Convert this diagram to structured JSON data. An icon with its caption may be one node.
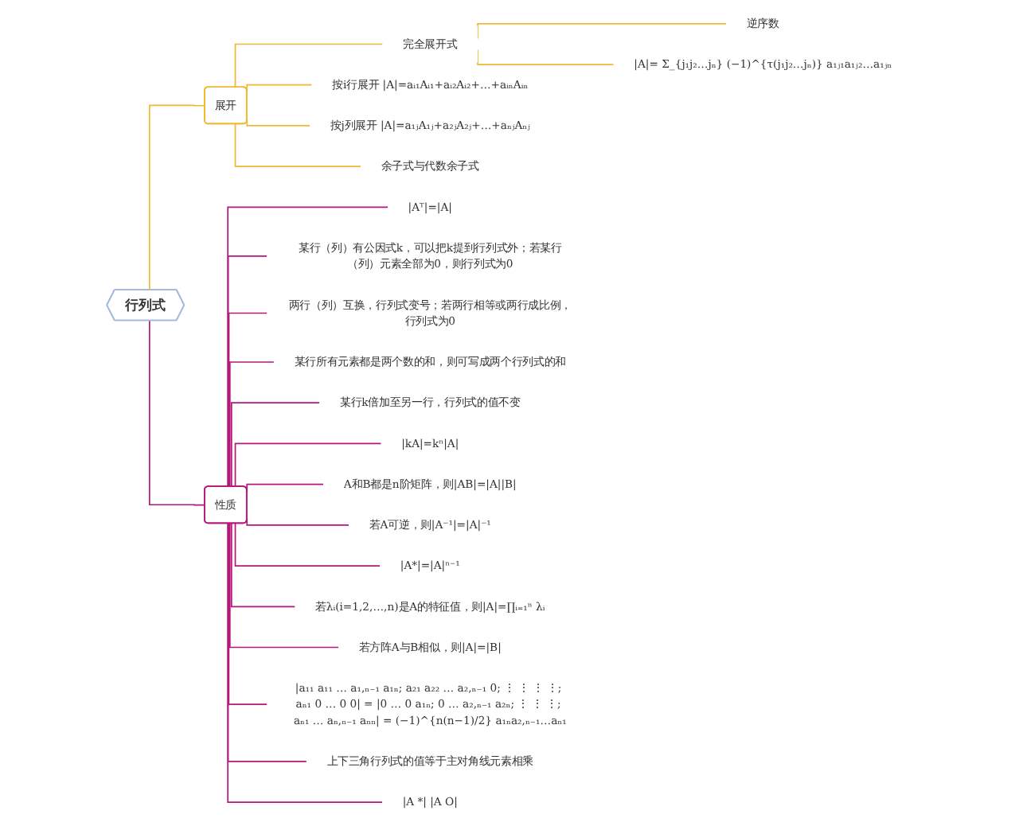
{
  "diagram": {
    "nodes": [
      {
        "text": [
          "行列式"
        ]
      },
      {
        "text": [
          "展开"
        ]
      },
      {
        "text": [
          "完全展开式"
        ]
      },
      {
        "text": [
          "逆序数"
        ]
      },
      {
        "text": [
          "|A|= Σ_{j₁j₂…jₙ} (−1)^{τ(j₁j₂…jₙ)} a₁ⱼ₁a₁ⱼ₂…a₁ⱼₙ"
        ]
      },
      {
        "text": [
          "按i行展开 |A|=aᵢ₁Aᵢ₁+aᵢ₂Aᵢ₂+…+aᵢₙAᵢₙ"
        ]
      },
      {
        "text": [
          "按j列展开 |A|=a₁ⱼA₁ⱼ+a₂ⱼA₂ⱼ+…+aₙⱼAₙⱼ"
        ]
      },
      {
        "text": [
          "余子式与代数余子式"
        ]
      },
      {
        "text": [
          "性质"
        ]
      },
      {
        "text": [
          "|Aᵀ|=|A|"
        ]
      },
      {
        "text": [
          "某行（列）有公因式k，可以把k提到行列式外；若某行（列）元素全部为0，则行列式为0"
        ]
      },
      {
        "text": [
          "两行（列）互换，行列式变号；若两行相等或两行成比例，行列式为0"
        ]
      },
      {
        "text": [
          "某行所有元素都是两个数的和，则可写成两个行列式的和"
        ]
      },
      {
        "text": [
          "某行k倍加至另一行，行列式的值不变"
        ]
      },
      {
        "text": [
          "|kA|=kⁿ|A|"
        ]
      },
      {
        "text": [
          "A和B都是n阶矩阵，则|AB|=|A||B|"
        ]
      },
      {
        "text": [
          "若A可逆，则|A⁻¹|=|A|⁻¹"
        ]
      },
      {
        "text": [
          "|A*|=|A|ⁿ⁻¹"
        ]
      },
      {
        "text": [
          "若λᵢ(i=1,2,…,n)是A的特征值，则|A|=∏ᵢ₌₁ⁿ λᵢ"
        ]
      },
      {
        "text": [
          "若方阵A与B相似，则|A|=|B|"
        ]
      },
      {
        "text": [
          "|a₁₁ a₁₁ … a₁,ₙ₋₁ a₁ₙ; a₂₁ a₂₂ … a₂,ₙ₋₁ 0; ⋮ ⋮ ⋮ ⋮; aₙ₁ 0 … 0 0| = |0 … 0 a₁ₙ; 0 … a₂,ₙ₋₁ a₂ₙ; ⋮ ⋮ ⋮; aₙ₁ … aₙ,ₙ₋₁ aₙₙ| = (−1)^{n(n−1)/2} a₁ₙa₂,ₙ₋₁…aₙ₁"
        ]
      },
      {
        "text": [
          "上下三角行列式的值等于主对角线元素相乘"
        ]
      },
      {
        "text": [
          "|A *| |A O|"
        ]
      }
    ],
    "edges": [
      {
        "from": 0,
        "to": 1,
        "arrow": "none",
        "color": "#f0b930"
      },
      {
        "from": 1,
        "to": 2,
        "arrow": "none",
        "color": "#f0b930"
      },
      {
        "from": 2,
        "to": 3,
        "arrow": "none",
        "color": "#f0b930"
      },
      {
        "from": 2,
        "to": 4,
        "arrow": "none",
        "color": "#f0b930"
      },
      {
        "from": 1,
        "to": 5,
        "arrow": "none",
        "color": "#f0b930"
      },
      {
        "from": 1,
        "to": 6,
        "arrow": "none",
        "color": "#f0b930"
      },
      {
        "from": 1,
        "to": 7,
        "arrow": "none",
        "color": "#f0b930"
      },
      {
        "from": 0,
        "to": 8,
        "arrow": "none"
      },
      {
        "from": 8,
        "to": 9,
        "arrow": "none"
      },
      {
        "from": 8,
        "to": 10,
        "arrow": "none"
      },
      {
        "from": 8,
        "to": 11,
        "arrow": "none"
      },
      {
        "from": 8,
        "to": 12,
        "arrow": "none"
      },
      {
        "from": 8,
        "to": 13,
        "arrow": "none"
      },
      {
        "from": 8,
        "to": 14,
        "arrow": "none"
      },
      {
        "from": 8,
        "to": 15,
        "arrow": "none"
      },
      {
        "from": 8,
        "to": 16,
        "arrow": "none"
      },
      {
        "from": 8,
        "to": 17,
        "arrow": "none"
      },
      {
        "from": 8,
        "to": 18,
        "arrow": "none"
      },
      {
        "from": 8,
        "to": 19,
        "arrow": "none"
      },
      {
        "from": 8,
        "to": 20,
        "arrow": "none"
      },
      {
        "from": 8,
        "to": 21,
        "arrow": "none"
      },
      {
        "from": 8,
        "to": 22,
        "arrow": "none"
      }
    ]
  }
}
